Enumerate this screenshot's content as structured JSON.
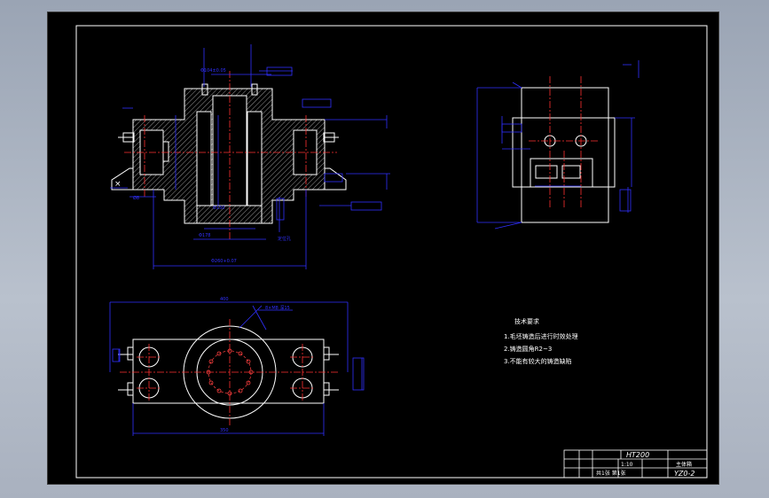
{
  "drawing": {
    "notes": {
      "heading": "技术要求",
      "lines": [
        "1.毛坯铸造后进行时效处理",
        "2.铸造圆角R2~3",
        "3.不能有较大的铸造缺陷"
      ]
    },
    "title_block": {
      "material": "HT200",
      "scale": "1:10",
      "part_name": "主体箱",
      "sheet": "共1张 第1张",
      "drawing_no": "YZ0-2"
    },
    "colors": {
      "background": "#000000",
      "outline": "#ffffff",
      "dimension": "#2b2bff",
      "centerline": "#ff2b2b",
      "hatch": "#ffffff"
    }
  }
}
